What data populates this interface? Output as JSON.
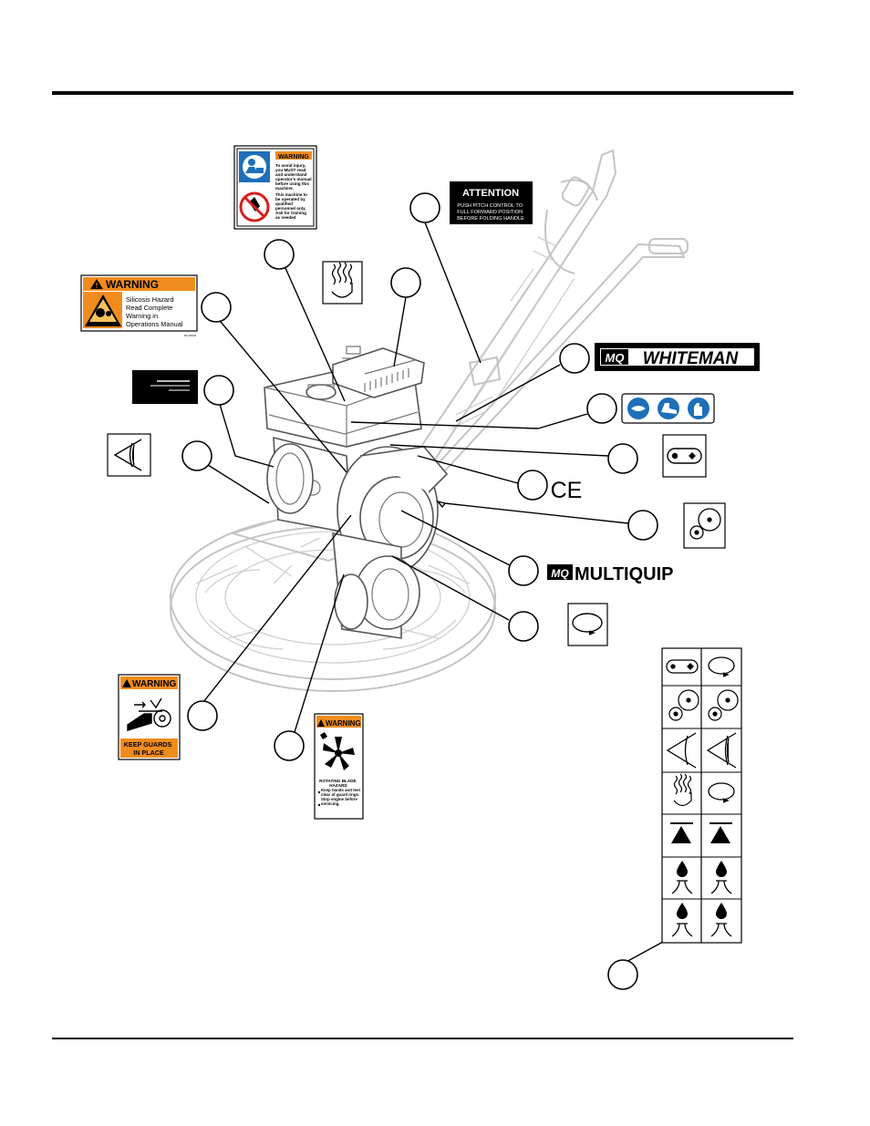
{
  "labels": {
    "operator_manual": {
      "header": "WARNING",
      "lines": [
        "To avoid injury,",
        "you MUST read",
        "and understand",
        "operator's manual",
        "before using this",
        "machine.",
        "This machine to",
        "be operated by",
        "qualified",
        "personnel only.",
        "Ask for training",
        "as needed"
      ]
    },
    "attention": {
      "title": "ATTENTION",
      "lines": [
        "PUSH PITCH CONTROL TO",
        "FULL FORWARD POSITION",
        "BEFORE FOLDING HANDLE"
      ]
    },
    "silicosis": {
      "header": "WARNING",
      "lines": [
        "Silicosis Hazard",
        "Read Complete",
        "Warning in",
        "Operations Manual"
      ],
      "code": "PA-60024"
    },
    "whiteman_logo": {
      "mark": "MQ",
      "text": "WHITEMAN"
    },
    "multiquip_logo": {
      "mark": "MQ",
      "text": "MULTIQUIP"
    },
    "ce_mark": "CE",
    "guards": {
      "header": "WARNING",
      "footer_lines": [
        "KEEP GUARDS",
        "IN PLACE"
      ]
    },
    "rotating_blade": {
      "header": "WARNING",
      "title_lines": [
        "ROTATING BLADE",
        "HAZARD"
      ],
      "bullets": [
        "Keep hands and feet clear of guard rings.",
        "Stop engine before servicing."
      ]
    },
    "symbol_grid": {
      "rows": [
        [
          "belt-drive-icon",
          "rotation-icon"
        ],
        [
          "gear-pair-icon",
          "gear-pair-icon"
        ],
        [
          "hand-pinch-icon",
          "hand-pinch-icon"
        ],
        [
          "heat-icon",
          "rotation-icon"
        ],
        [
          "lift-point-icon",
          "lift-point-icon"
        ],
        [
          "oil-drop-icon",
          "oil-drop-icon"
        ],
        [
          "oil-drop-icon",
          "oil-drop-icon"
        ]
      ]
    }
  },
  "colors": {
    "warning_orange": "#f08c1e",
    "safety_blue": "#1e6fb8",
    "prohibition_red": "#d42020",
    "black": "#000000"
  }
}
